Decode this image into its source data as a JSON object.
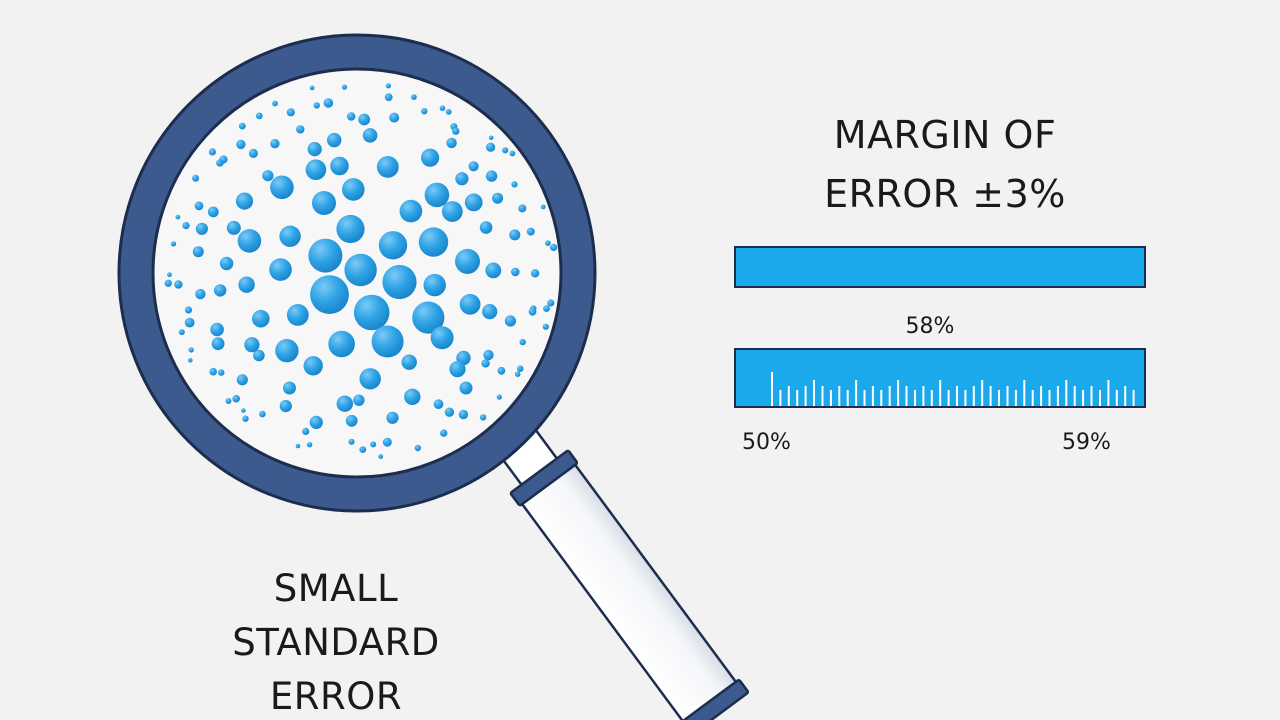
{
  "caption": {
    "line1": "SMALL",
    "line2": "STANDARD",
    "line3": "ERROR"
  },
  "heading": {
    "line1": "MARGIN OF",
    "line2": "ERROR ±3%"
  },
  "bars": {
    "upper_fill_fraction": 1.0,
    "middle_label": "58%",
    "scale_left_label": "50%",
    "scale_right_label": "59%"
  },
  "colors": {
    "background": "#f2f2f2",
    "lens_rim": "#3d5a8f",
    "outline": "#1c2d4e",
    "bubble": "#2ea3e6",
    "bar_fill": "#1aa9ec"
  },
  "icons": {
    "magnifier": "magnifying-glass-icon"
  }
}
